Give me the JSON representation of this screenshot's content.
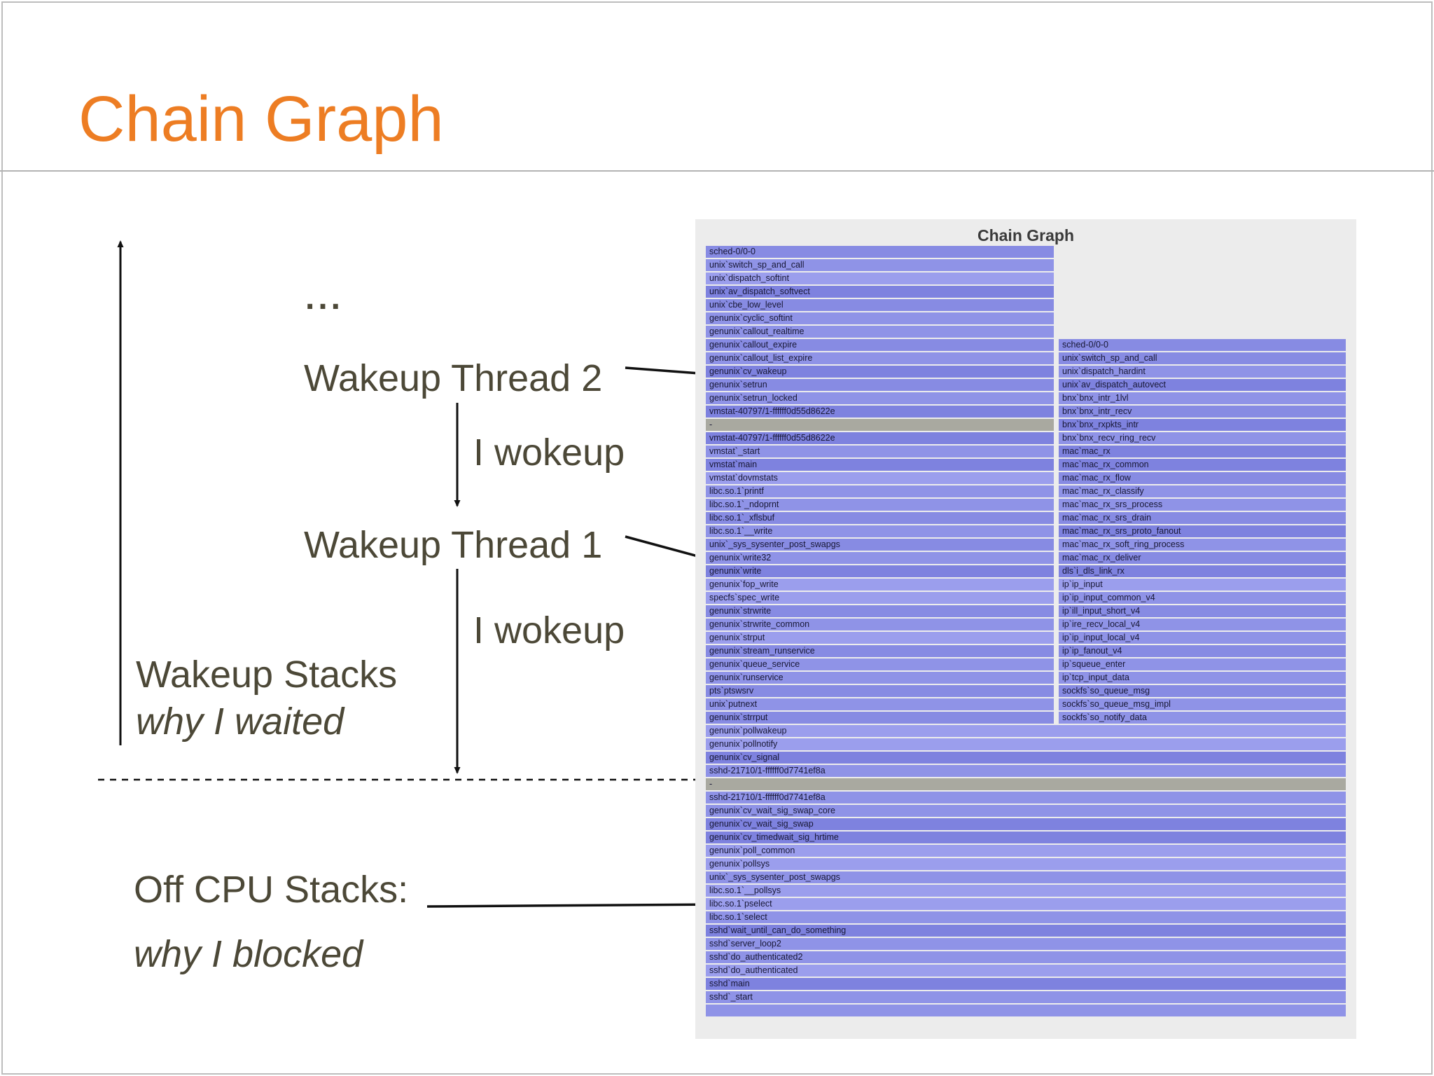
{
  "slide": {
    "title": "Chain Graph",
    "title_color": "#ed7d23"
  },
  "annotations": {
    "ellipsis": "...",
    "wakeup_thread_2": "Wakeup Thread 2",
    "i_wokeup_1": "I wokeup",
    "wakeup_thread_1": "Wakeup Thread 1",
    "i_wokeup_2": "I wokeup",
    "wakeup_stacks_line1": "Wakeup Stacks",
    "wakeup_stacks_line2": "why I waited",
    "offcpu_line1": "Off CPU Stacks:",
    "offcpu_line2": "why I blocked"
  },
  "graph": {
    "title": "Chain Graph",
    "colors": {
      "panel_bg": "#ececec",
      "separator": "#a9a9a0",
      "shades": [
        "#7e82df",
        "#8f93e7",
        "#9b9eed",
        "#878be3"
      ]
    },
    "left_column": [
      {
        "label": "sched-0/0-0",
        "s": 3
      },
      {
        "label": "unix`switch_sp_and_call",
        "s": 1
      },
      {
        "label": "unix`dispatch_softint",
        "s": 2
      },
      {
        "label": "unix`av_dispatch_softvect",
        "s": 0
      },
      {
        "label": "unix`cbe_low_level",
        "s": 3
      },
      {
        "label": "genunix`cyclic_softint",
        "s": 1
      },
      {
        "label": "genunix`callout_realtime",
        "s": 1
      },
      {
        "label": "genunix`callout_expire",
        "s": 3
      },
      {
        "label": "genunix`callout_list_expire",
        "s": 1
      },
      {
        "label": "genunix`cv_wakeup",
        "s": 0
      },
      {
        "label": "genunix`setrun",
        "s": 3
      },
      {
        "label": "genunix`setrun_locked",
        "s": 1
      },
      {
        "label": "vmstat-40797/1-ffffff0d55d8622e",
        "s": 0
      },
      {
        "label": "-",
        "gray": true
      },
      {
        "label": "vmstat-40797/1-ffffff0d55d8622e",
        "s": 0
      },
      {
        "label": "vmstat`_start",
        "s": 1
      },
      {
        "label": "vmstat`main",
        "s": 0
      },
      {
        "label": "vmstat`dovmstats",
        "s": 2
      },
      {
        "label": "libc.so.1`printf",
        "s": 1
      },
      {
        "label": "libc.so.1`_ndoprnt",
        "s": 1
      },
      {
        "label": "libc.so.1`_xflsbuf",
        "s": 3
      },
      {
        "label": "libc.so.1`__write",
        "s": 1
      },
      {
        "label": "unix`_sys_sysenter_post_swapgs",
        "s": 3
      },
      {
        "label": "genunix`write32",
        "s": 1
      },
      {
        "label": "genunix`write",
        "s": 0
      },
      {
        "label": "genunix`fop_write",
        "s": 2
      },
      {
        "label": "specfs`spec_write",
        "s": 2
      },
      {
        "label": "genunix`strwrite",
        "s": 3
      },
      {
        "label": "genunix`strwrite_common",
        "s": 1
      },
      {
        "label": "genunix`strput",
        "s": 2
      },
      {
        "label": "genunix`stream_runservice",
        "s": 3
      },
      {
        "label": "genunix`queue_service",
        "s": 1
      },
      {
        "label": "genunix`runservice",
        "s": 1
      },
      {
        "label": "pts`ptswsrv",
        "s": 3
      },
      {
        "label": "unix`putnext",
        "s": 1
      },
      {
        "label": "genunix`strrput",
        "s": 3
      }
    ],
    "right_column": [
      {
        "label": "sched-0/0-0",
        "s": 3
      },
      {
        "label": "unix`switch_sp_and_call",
        "s": 3
      },
      {
        "label": "unix`dispatch_hardint",
        "s": 1
      },
      {
        "label": "unix`av_dispatch_autovect",
        "s": 0
      },
      {
        "label": "bnx`bnx_intr_1lvl",
        "s": 1
      },
      {
        "label": "bnx`bnx_intr_recv",
        "s": 3
      },
      {
        "label": "bnx`bnx_rxpkts_intr",
        "s": 0
      },
      {
        "label": "bnx`bnx_recv_ring_recv",
        "s": 1
      },
      {
        "label": "mac`mac_rx",
        "s": 0
      },
      {
        "label": "mac`mac_rx_common",
        "s": 0
      },
      {
        "label": "mac`mac_rx_flow",
        "s": 3
      },
      {
        "label": "mac`mac_rx_classify",
        "s": 1
      },
      {
        "label": "mac`mac_rx_srs_process",
        "s": 1
      },
      {
        "label": "mac`mac_rx_srs_drain",
        "s": 3
      },
      {
        "label": "mac`mac_rx_srs_proto_fanout",
        "s": 0
      },
      {
        "label": "mac`mac_rx_soft_ring_process",
        "s": 1
      },
      {
        "label": "mac`mac_rx_deliver",
        "s": 3
      },
      {
        "label": "dls`i_dls_link_rx",
        "s": 0
      },
      {
        "label": "ip`ip_input",
        "s": 2
      },
      {
        "label": "ip`ip_input_common_v4",
        "s": 1
      },
      {
        "label": "ip`ill_input_short_v4",
        "s": 3
      },
      {
        "label": "ip`ire_recv_local_v4",
        "s": 1
      },
      {
        "label": "ip`ip_input_local_v4",
        "s": 1
      },
      {
        "label": "ip`ip_fanout_v4",
        "s": 3
      },
      {
        "label": "ip`squeue_enter",
        "s": 1
      },
      {
        "label": "ip`tcp_input_data",
        "s": 1
      },
      {
        "label": "sockfs`so_queue_msg",
        "s": 3
      },
      {
        "label": "sockfs`so_queue_msg_impl",
        "s": 1
      },
      {
        "label": "sockfs`so_notify_data",
        "s": 1
      }
    ],
    "full_rows": [
      {
        "label": "genunix`pollwakeup",
        "s": 2
      },
      {
        "label": "genunix`pollnotify",
        "s": 2
      },
      {
        "label": "genunix`cv_signal",
        "s": 0
      },
      {
        "label": "sshd-21710/1-ffffff0d7741ef8a",
        "s": 1
      },
      {
        "label": "-",
        "gray": true
      },
      {
        "label": "sshd-21710/1-ffffff0d7741ef8a",
        "s": 1
      },
      {
        "label": "genunix`cv_wait_sig_swap_core",
        "s": 1
      },
      {
        "label": "genunix`cv_wait_sig_swap",
        "s": 0
      },
      {
        "label": "genunix`cv_timedwait_sig_hrtime",
        "s": 0
      },
      {
        "label": "genunix`poll_common",
        "s": 2
      },
      {
        "label": "genunix`pollsys",
        "s": 2
      },
      {
        "label": "unix`_sys_sysenter_post_swapgs",
        "s": 1
      },
      {
        "label": "libc.so.1`__pollsys",
        "s": 2
      },
      {
        "label": "libc.so.1`pselect",
        "s": 2
      },
      {
        "label": "libc.so.1`select",
        "s": 1
      },
      {
        "label": "sshd`wait_until_can_do_something",
        "s": 0
      },
      {
        "label": "sshd`server_loop2",
        "s": 1
      },
      {
        "label": "sshd`do_authenticated2",
        "s": 1
      },
      {
        "label": "sshd`do_authenticated",
        "s": 2
      },
      {
        "label": "sshd`main",
        "s": 0
      },
      {
        "label": "sshd`_start",
        "s": 1
      },
      {
        "label": "",
        "s": 1
      }
    ]
  }
}
